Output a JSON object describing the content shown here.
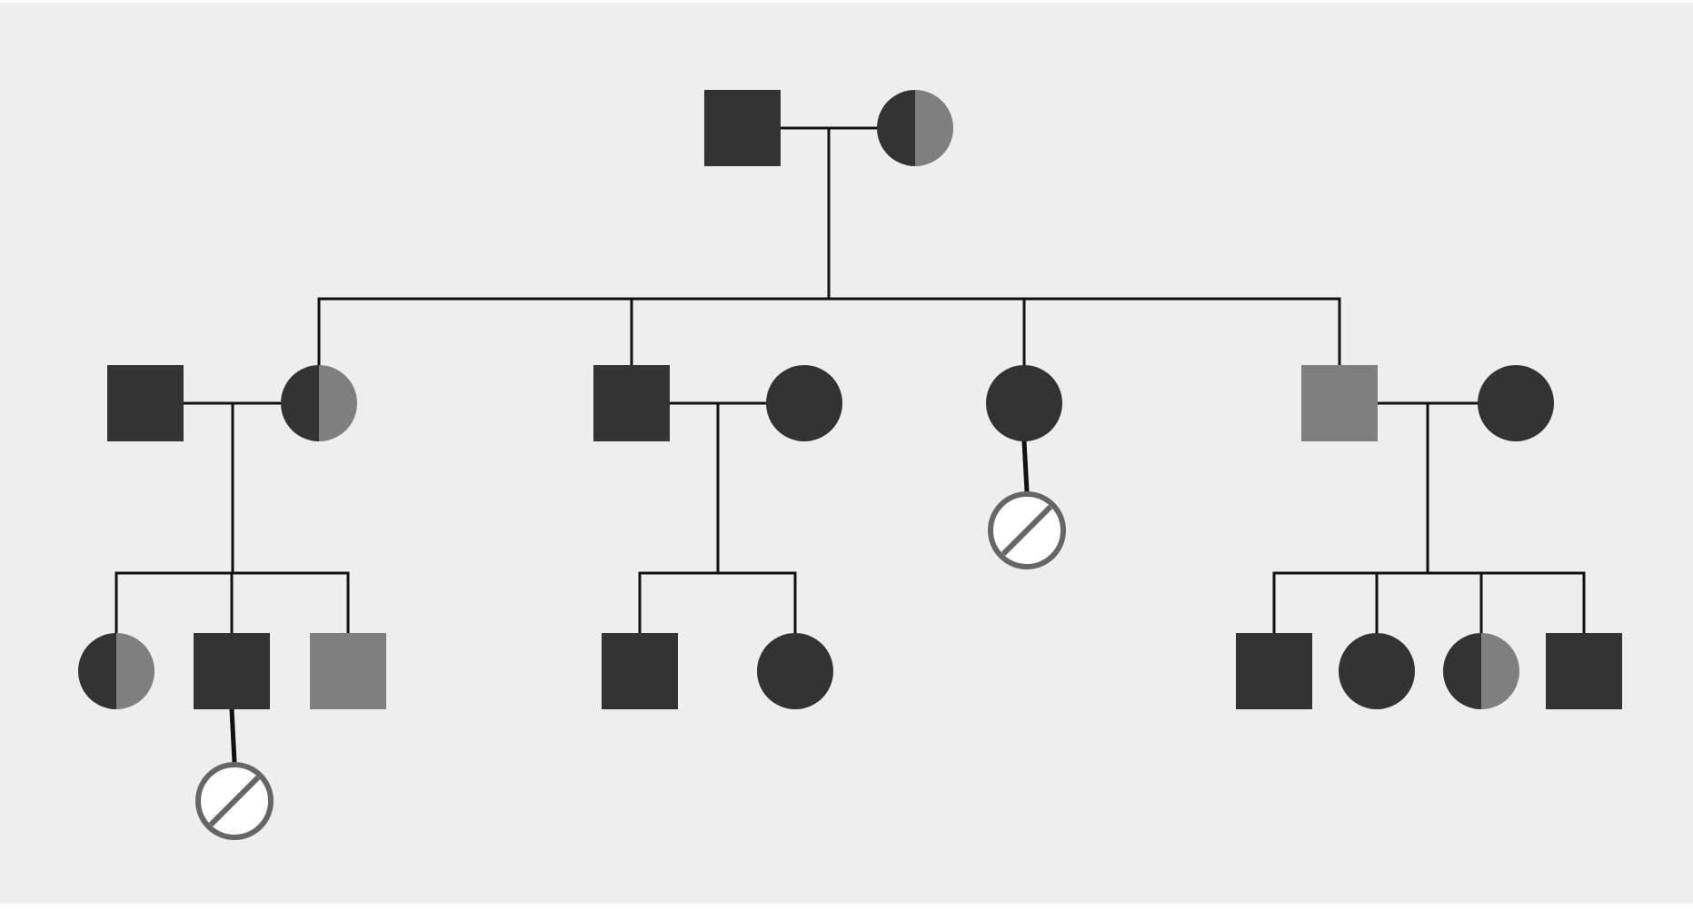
{
  "colors": {
    "background": "#eeeeee",
    "outer_background": "#ffffff",
    "dark": "#333333",
    "gray": "#7f7f7f",
    "line": "#111111",
    "deceased_stroke": "#666666",
    "deceased_fill": "#ffffff"
  },
  "individuals": [
    {
      "id": "g1-father",
      "generation": 1,
      "sex": "male",
      "left": "dark",
      "right": "dark"
    },
    {
      "id": "g1-mother",
      "generation": 1,
      "sex": "female",
      "left": "dark",
      "right": "gray"
    },
    {
      "id": "g2-spouse-1",
      "generation": 2,
      "sex": "male",
      "left": "dark",
      "right": "dark"
    },
    {
      "id": "g2-daughter-1",
      "generation": 2,
      "sex": "female",
      "left": "dark",
      "right": "gray"
    },
    {
      "id": "g2-son-1",
      "generation": 2,
      "sex": "male",
      "left": "dark",
      "right": "dark"
    },
    {
      "id": "g2-spouse-2",
      "generation": 2,
      "sex": "female",
      "left": "dark",
      "right": "dark"
    },
    {
      "id": "g2-daughter-2",
      "generation": 2,
      "sex": "female",
      "left": "dark",
      "right": "dark"
    },
    {
      "id": "g2-son-2",
      "generation": 2,
      "sex": "male",
      "left": "gray",
      "right": "gray"
    },
    {
      "id": "g2-spouse-3",
      "generation": 2,
      "sex": "female",
      "left": "dark",
      "right": "dark"
    },
    {
      "id": "g3-child-1",
      "generation": 3,
      "sex": "female",
      "left": "dark",
      "right": "gray"
    },
    {
      "id": "g3-child-2",
      "generation": 3,
      "sex": "male",
      "left": "dark",
      "right": "dark"
    },
    {
      "id": "g3-child-3",
      "generation": 3,
      "sex": "male",
      "left": "gray",
      "right": "gray"
    },
    {
      "id": "g3-child-4",
      "generation": 3,
      "sex": "male",
      "left": "dark",
      "right": "dark"
    },
    {
      "id": "g3-child-5",
      "generation": 3,
      "sex": "female",
      "left": "dark",
      "right": "dark"
    },
    {
      "id": "g3-child-6",
      "generation": 3,
      "sex": "male",
      "left": "dark",
      "right": "dark"
    },
    {
      "id": "g3-child-7",
      "generation": 3,
      "sex": "female",
      "left": "dark",
      "right": "dark"
    },
    {
      "id": "g3-child-8",
      "generation": 3,
      "sex": "female",
      "left": "dark",
      "right": "gray"
    },
    {
      "id": "g3-child-9",
      "generation": 3,
      "sex": "male",
      "left": "dark",
      "right": "dark"
    },
    {
      "id": "g3-deceased-1",
      "generation": 3,
      "sex": "unknown",
      "status": "deceased"
    },
    {
      "id": "g4-deceased-1",
      "generation": 4,
      "sex": "unknown",
      "status": "deceased"
    }
  ],
  "couples": [
    {
      "partners": [
        "g1-father",
        "g1-mother"
      ],
      "children": [
        "g2-daughter-1",
        "g2-son-1",
        "g2-daughter-2",
        "g2-son-2"
      ]
    },
    {
      "partners": [
        "g2-spouse-1",
        "g2-daughter-1"
      ],
      "children": [
        "g3-child-1",
        "g3-child-2",
        "g3-child-3"
      ]
    },
    {
      "partners": [
        "g2-son-1",
        "g2-spouse-2"
      ],
      "children": [
        "g3-child-4",
        "g3-child-5"
      ]
    },
    {
      "partners": [
        "g2-son-2",
        "g2-spouse-3"
      ],
      "children": [
        "g3-child-6",
        "g3-child-7",
        "g3-child-8",
        "g3-child-9"
      ]
    }
  ],
  "single_parent_links": [
    {
      "parent": "g2-daughter-2",
      "child": "g3-deceased-1"
    },
    {
      "parent": "g3-child-2",
      "child": "g4-deceased-1"
    }
  ]
}
